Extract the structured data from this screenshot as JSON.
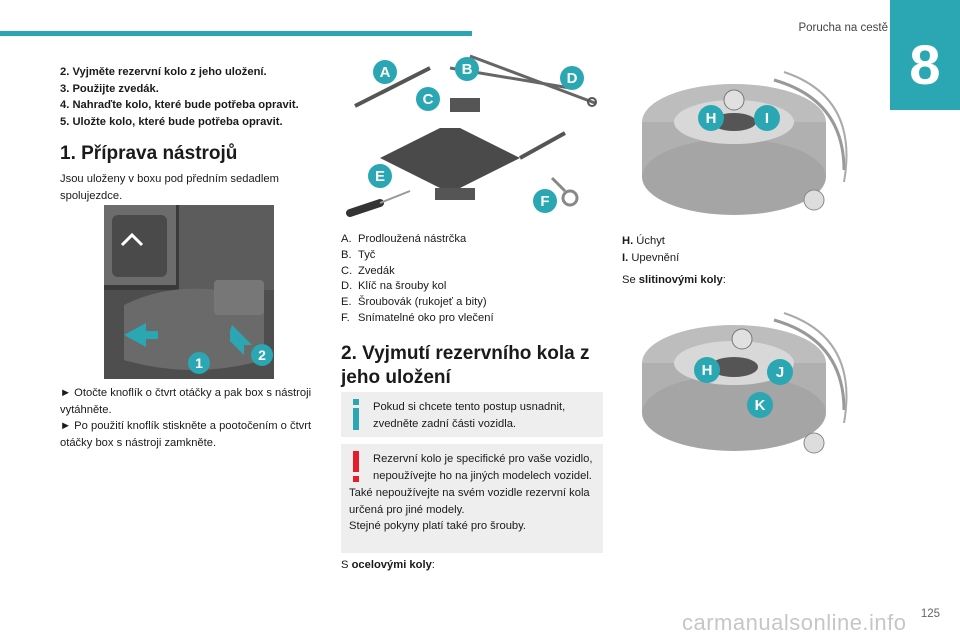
{
  "header": {
    "title": "Porucha na cestě",
    "chapter": "8"
  },
  "steps": [
    "2.  Vyjměte rezervní kolo z jeho uložení.",
    "3.  Použijte zvedák.",
    "4.  Nahraďte kolo, které bude potřeba opravit.",
    "5.  Uložte kolo, které bude potřeba opravit."
  ],
  "section1": {
    "title": "1. Příprava nástrojů",
    "text": "Jsou uloženy v boxu pod předním sedadlem spolujezdce.",
    "photo_labels": [
      "1",
      "2"
    ],
    "desc_line1": "► Otočte knoflík o čtvrt otáčky a pak box s nástroji vytáhněte.",
    "desc_line2": "► Po použití knoflík stiskněte a pootočením o čtvrt otáčky box s nástroji zamkněte."
  },
  "tools": {
    "labels": [
      "A",
      "B",
      "C",
      "D",
      "E",
      "F"
    ],
    "items": [
      {
        "key": "A.",
        "text": "Prodloužená nástrčka"
      },
      {
        "key": "B.",
        "text": "Tyč"
      },
      {
        "key": "C.",
        "text": "Zvedák"
      },
      {
        "key": "D.",
        "text": "Klíč na šrouby kol"
      },
      {
        "key": "E.",
        "text": "Šroubovák (rukojeť a bity)"
      },
      {
        "key": "F.",
        "text": "Snímatelné oko pro vlečení"
      }
    ]
  },
  "section2": {
    "title": "2. Vyjmutí rezervního kola z jeho uložení",
    "info": "Pokud si chcete tento postup usnadnit, zvedněte zadní části vozidla.",
    "warn_line1": "Rezervní kolo je specifické pro vaše vozidlo, nepoužívejte ho na jiných modelech vozidel.",
    "warn_line2": "Také nepoužívejte na svém vozidle rezervní kola určená pro jiné modely.",
    "warn_line3": "Stejné pokyny platí také pro šrouby.",
    "steel_prefix": "S ",
    "steel_bold": "ocelovými koly",
    "steel_suffix": ":"
  },
  "wheel": {
    "labels_top": [
      "H",
      "I"
    ],
    "h_key": "H.",
    "h_text": "Úchyt",
    "i_key": "I.",
    "i_text": "Upevnění",
    "alloy_prefix": "Se ",
    "alloy_bold": "slitinovými koly",
    "alloy_suffix": ":",
    "labels_bottom": [
      "H",
      "J",
      "K"
    ]
  },
  "page_number": "125",
  "watermark": "carmanualsonline.info",
  "colors": {
    "accent": "#2aa7b2",
    "info_icon": "#2aa7b2",
    "warn_icon": "#e41d2b",
    "box_bg": "#eeeeee"
  }
}
